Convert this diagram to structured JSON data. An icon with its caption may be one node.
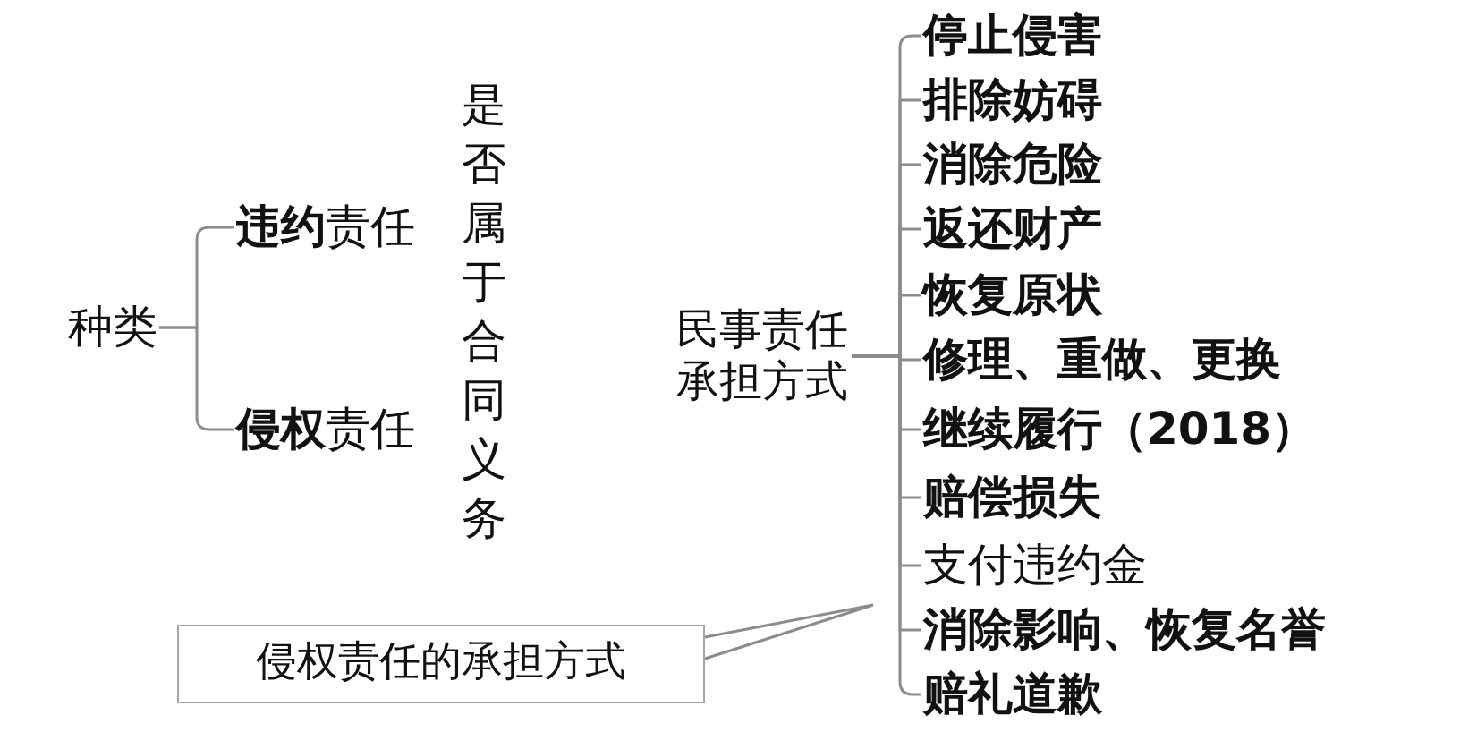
{
  "diagram": {
    "nodes": [
      {
        "text": [
          "种类"
        ]
      },
      {
        "text": [
          "**违约**责任"
        ]
      },
      {
        "text": [
          "**侵权**责任"
        ]
      },
      {
        "text": [
          "民事责任承担方式"
        ]
      },
      {
        "text": [
          "停止侵害"
        ]
      },
      {
        "text": [
          "排除妨碍"
        ]
      },
      {
        "text": [
          "消除危险"
        ]
      },
      {
        "text": [
          "返还财产"
        ]
      },
      {
        "text": [
          "恢复原状"
        ]
      },
      {
        "text": [
          "修理、重做、更换"
        ]
      },
      {
        "text": [
          "继续履行（2018）"
        ]
      },
      {
        "text": [
          "赔偿损失"
        ]
      },
      {
        "text": [
          "支付违约金"
        ]
      },
      {
        "text": [
          "消除影响、恢复名誉"
        ]
      },
      {
        "text": [
          "赔礼道歉"
        ]
      },
      {
        "text": [
          "侵权责任的承担方式"
        ]
      }
    ],
    "edges": [
      {
        "from": 0,
        "to": 1,
        "arrow": "none"
      },
      {
        "from": 0,
        "to": 2,
        "arrow": "none"
      },
      {
        "from": 3,
        "to": 4,
        "arrow": "none"
      },
      {
        "from": 3,
        "to": 5,
        "arrow": "none"
      },
      {
        "from": 3,
        "to": 6,
        "arrow": "none"
      },
      {
        "from": 3,
        "to": 7,
        "arrow": "none"
      },
      {
        "from": 3,
        "to": 8,
        "arrow": "none"
      },
      {
        "from": 3,
        "to": 9,
        "arrow": "none"
      },
      {
        "from": 3,
        "to": 10,
        "arrow": "none"
      },
      {
        "from": 3,
        "to": 11,
        "arrow": "none"
      },
      {
        "from": 3,
        "to": 12,
        "arrow": "none"
      },
      {
        "from": 3,
        "to": 13,
        "arrow": "none"
      },
      {
        "from": 3,
        "to": 14,
        "arrow": "none"
      },
      {
        "from": 15,
        "to": null,
        "arrow": "none"
      }
    ],
    "labels": [
      "是否属于合同义务"
    ]
  }
}
